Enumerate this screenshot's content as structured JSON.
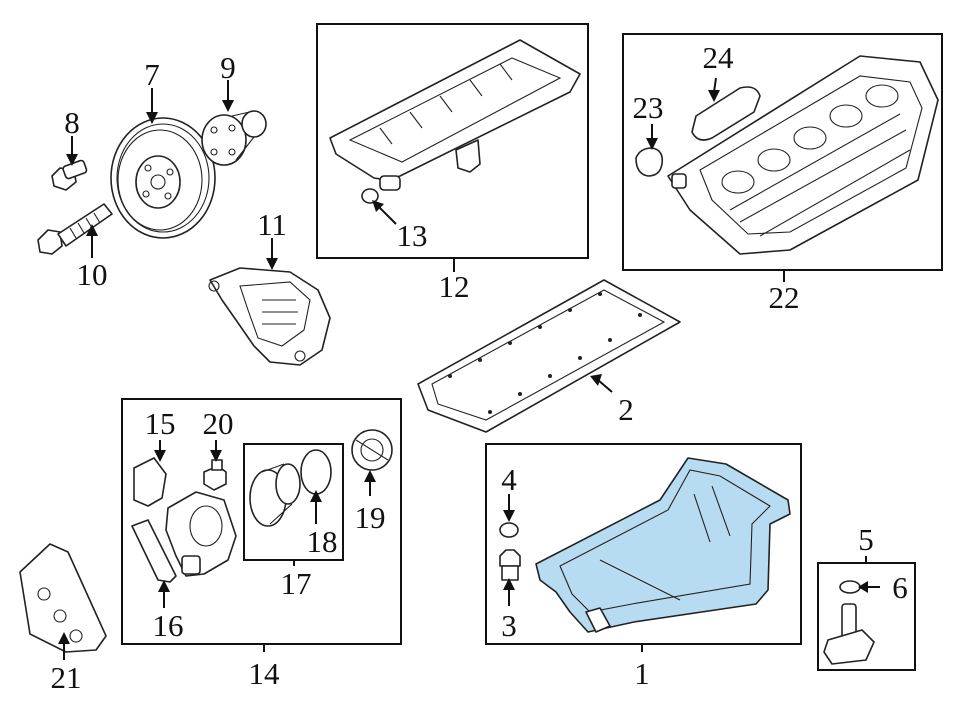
{
  "diagram": {
    "callouts": [
      {
        "id": "1",
        "label": "1"
      },
      {
        "id": "2",
        "label": "2"
      },
      {
        "id": "3",
        "label": "3"
      },
      {
        "id": "4",
        "label": "4"
      },
      {
        "id": "5",
        "label": "5"
      },
      {
        "id": "6",
        "label": "6"
      },
      {
        "id": "7",
        "label": "7"
      },
      {
        "id": "8",
        "label": "8"
      },
      {
        "id": "9",
        "label": "9"
      },
      {
        "id": "10",
        "label": "10"
      },
      {
        "id": "11",
        "label": "11"
      },
      {
        "id": "12",
        "label": "12"
      },
      {
        "id": "13",
        "label": "13"
      },
      {
        "id": "14",
        "label": "14"
      },
      {
        "id": "15",
        "label": "15"
      },
      {
        "id": "16",
        "label": "16"
      },
      {
        "id": "17",
        "label": "17"
      },
      {
        "id": "18",
        "label": "18"
      },
      {
        "id": "19",
        "label": "19"
      },
      {
        "id": "20",
        "label": "20"
      },
      {
        "id": "21",
        "label": "21"
      },
      {
        "id": "22",
        "label": "22"
      },
      {
        "id": "23",
        "label": "23"
      },
      {
        "id": "24",
        "label": "24"
      }
    ],
    "highlight_color": "#b7dcf2"
  }
}
